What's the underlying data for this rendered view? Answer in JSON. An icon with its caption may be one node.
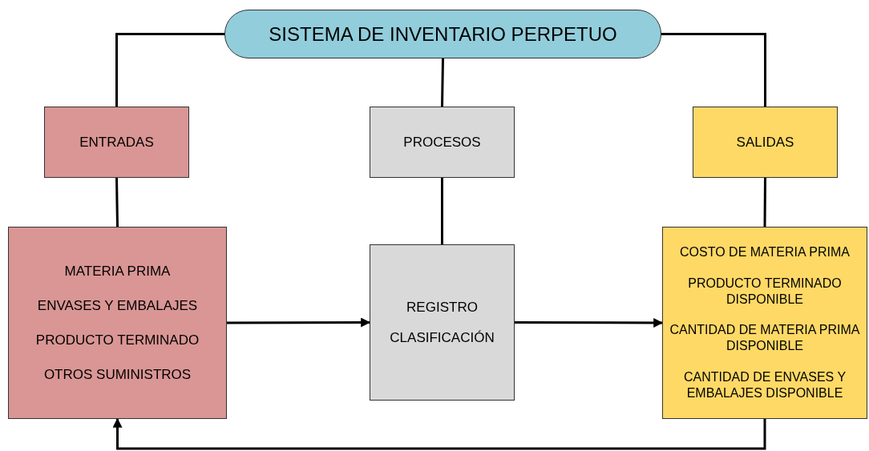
{
  "diagram": {
    "nodes": [
      {
        "text": [
          "SISTEMA DE INVENTARIO PERPETUO"
        ]
      },
      {
        "text": [
          "ENTRADAS"
        ]
      },
      {
        "text": [
          "PROCESOS"
        ]
      },
      {
        "text": [
          "SALIDAS"
        ]
      },
      {
        "text": [
          "MATERIA PRIMA",
          "ENVASES Y EMBALAJES",
          "PRODUCTO TERMINADO",
          "OTROS SUMINISTROS"
        ]
      },
      {
        "text": [
          "REGISTRO",
          "CLASIFICACIÓN"
        ]
      },
      {
        "text": [
          "COSTO DE MATERIA PRIMA",
          "PRODUCTO TERMINADO DISPONIBLE",
          "CANTIDAD DE MATERIA PRIMA DISPONIBLE",
          "CANTIDAD DE ENVASES Y EMBALAJES DISPONIBLE"
        ]
      }
    ],
    "edges": [
      {
        "from": 0,
        "to": 1,
        "arrow": "none"
      },
      {
        "from": 0,
        "to": 2,
        "arrow": "none"
      },
      {
        "from": 0,
        "to": 3,
        "arrow": "none"
      },
      {
        "from": 1,
        "to": 4,
        "arrow": "none"
      },
      {
        "from": 2,
        "to": 5,
        "arrow": "none"
      },
      {
        "from": 3,
        "to": 6,
        "arrow": "none"
      },
      {
        "from": 4,
        "to": 5,
        "arrow": "to"
      },
      {
        "from": 5,
        "to": 6,
        "arrow": "to"
      },
      {
        "from": 6,
        "to": 4,
        "arrow": "to"
      }
    ]
  }
}
